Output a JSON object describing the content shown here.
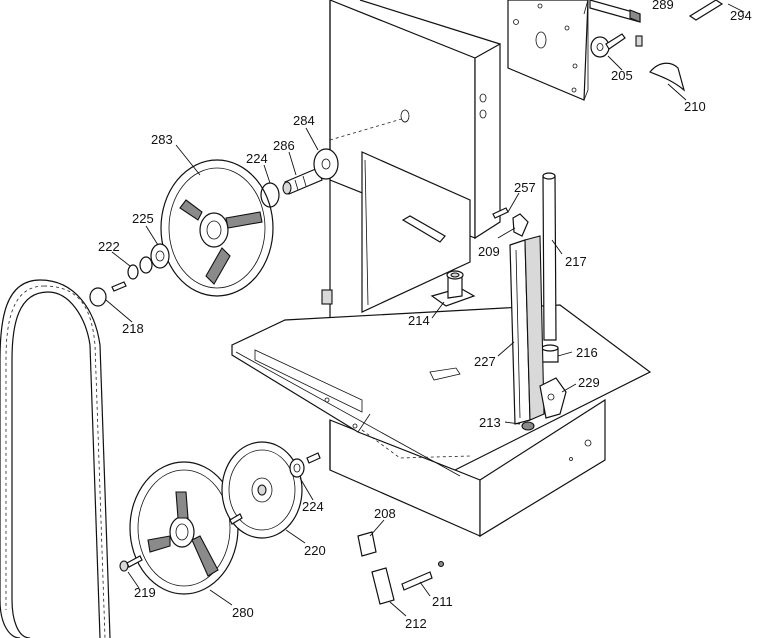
{
  "labels": {
    "l289": "289",
    "l294": "294",
    "l205": "205",
    "l210": "210",
    "l284": "284",
    "l286": "286",
    "l224a": "224",
    "l283": "283",
    "l225": "225",
    "l222": "222",
    "l218": "218",
    "l257": "257",
    "l209": "209",
    "l217": "217",
    "l214": "214",
    "l227": "227",
    "l216": "216",
    "l229": "229",
    "l213": "213",
    "l224b": "224",
    "l220": "220",
    "l208": "208",
    "l211": "211",
    "l212": "212",
    "l219": "219",
    "l280": "280"
  }
}
